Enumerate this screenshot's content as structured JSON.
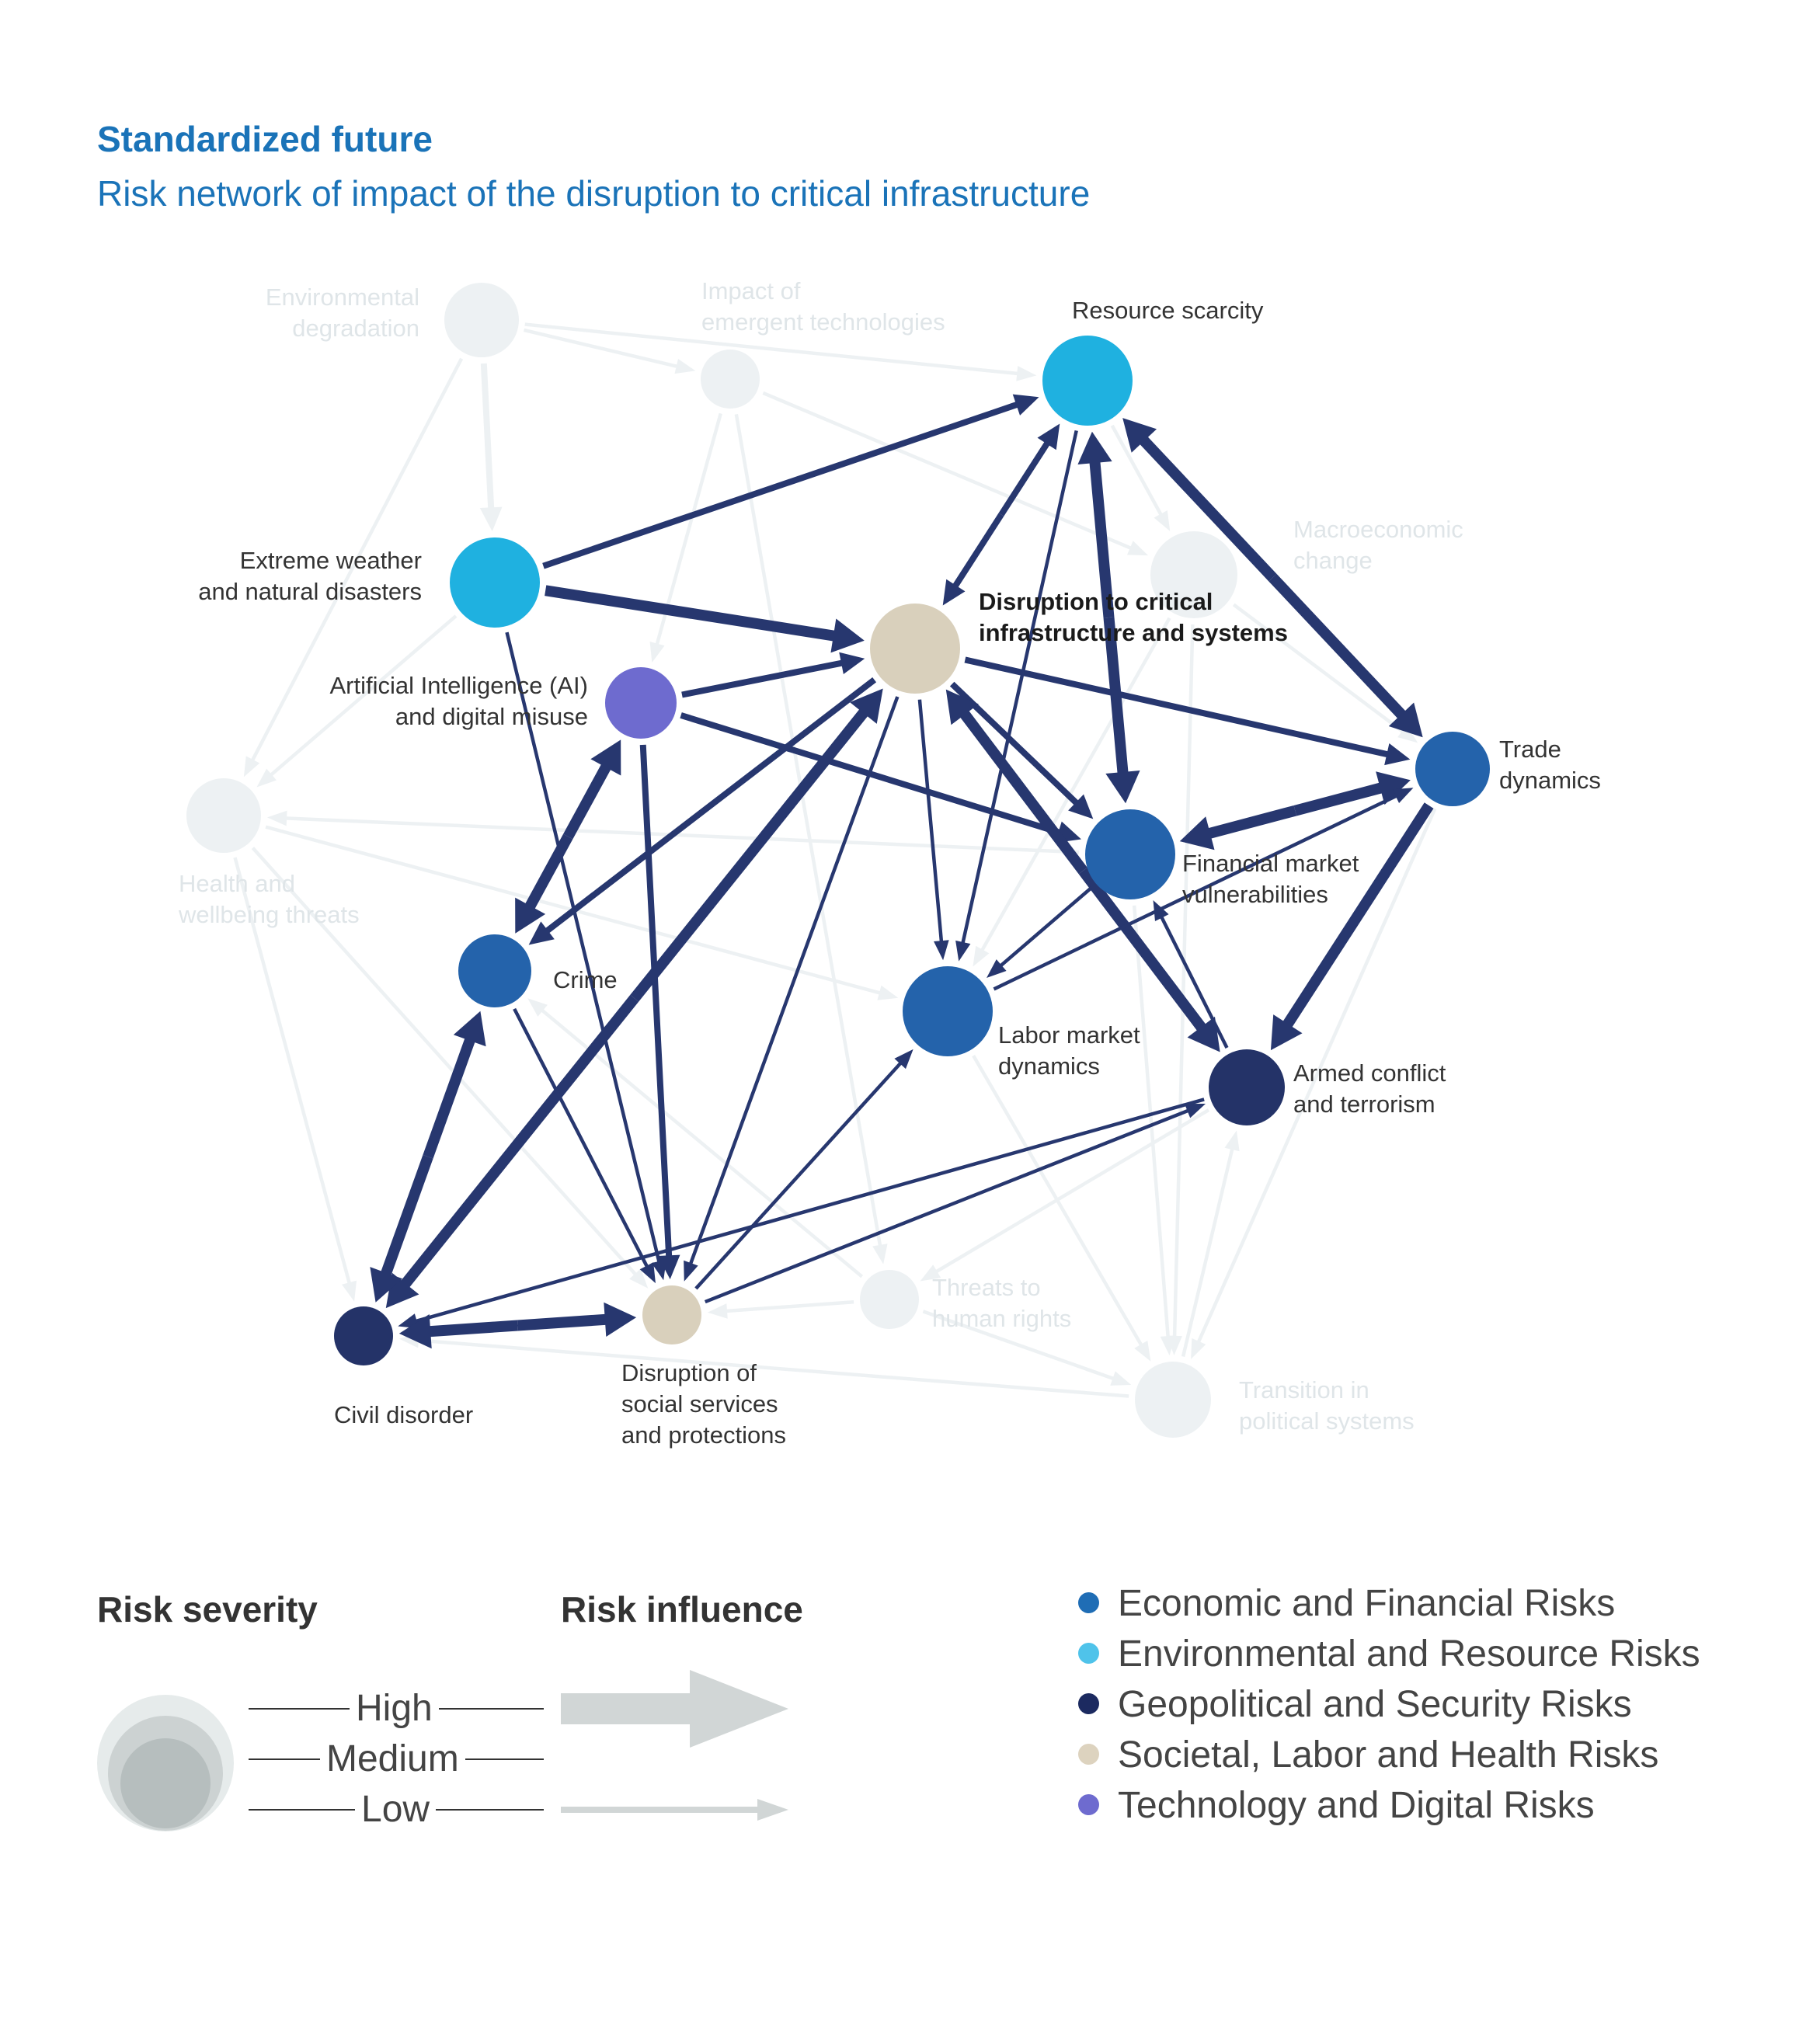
{
  "title": "Standardized future",
  "subtitle": "Risk network of impact of the disruption to critical infrastructure",
  "colors": {
    "economic": "#2463ab",
    "environmental": "#1fb1e0",
    "geopolitical": "#243368",
    "societal": "#d9d0bc",
    "technology": "#6e6bcf",
    "faded": "#edf1f3",
    "edge": "#27376f"
  },
  "nodes": [
    {
      "id": "env_degradation",
      "label_lines": [
        "Environmental",
        "degradation"
      ],
      "category": "faded",
      "active": false
    },
    {
      "id": "emergent_tech",
      "label_lines": [
        "Impact of",
        "emergent technologies"
      ],
      "category": "faded",
      "active": false
    },
    {
      "id": "resource_scarcity",
      "label_lines": [
        "Resource scarcity"
      ],
      "category": "environmental",
      "active": true
    },
    {
      "id": "macroeconomic",
      "label_lines": [
        "Macroeconomic",
        "change"
      ],
      "category": "faded",
      "active": false
    },
    {
      "id": "extreme_weather",
      "label_lines": [
        "Extreme weather",
        "and natural disasters"
      ],
      "category": "environmental",
      "active": true
    },
    {
      "id": "critical_infra",
      "label_lines": [
        "Disruption to critical",
        "infrastructure and systems"
      ],
      "category": "societal",
      "active": true,
      "focus": true
    },
    {
      "id": "ai_misuse",
      "label_lines": [
        "Artificial Intelligence (AI)",
        "and digital misuse"
      ],
      "category": "technology",
      "active": true
    },
    {
      "id": "trade",
      "label_lines": [
        "Trade",
        "dynamics"
      ],
      "category": "economic",
      "active": true
    },
    {
      "id": "health",
      "label_lines": [
        "Health and",
        "wellbeing threats"
      ],
      "category": "faded",
      "active": false
    },
    {
      "id": "financial",
      "label_lines": [
        "Financial market",
        "vulnerabilities"
      ],
      "category": "economic",
      "active": true
    },
    {
      "id": "crime",
      "label_lines": [
        "Crime"
      ],
      "category": "economic",
      "active": true
    },
    {
      "id": "labor",
      "label_lines": [
        "Labor market",
        "dynamics"
      ],
      "category": "economic",
      "active": true
    },
    {
      "id": "armed_conflict",
      "label_lines": [
        "Armed conflict",
        "and terrorism"
      ],
      "category": "geopolitical",
      "active": true
    },
    {
      "id": "human_rights",
      "label_lines": [
        "Threats to",
        "human rights"
      ],
      "category": "faded",
      "active": false
    },
    {
      "id": "civil_disorder",
      "label_lines": [
        "Civil disorder"
      ],
      "category": "geopolitical",
      "active": true
    },
    {
      "id": "social_services",
      "label_lines": [
        "Disruption of",
        "social services",
        "and protections"
      ],
      "category": "societal",
      "active": true
    },
    {
      "id": "political_transition",
      "label_lines": [
        "Transition in",
        "political systems"
      ],
      "category": "faded",
      "active": false
    }
  ],
  "faded_edges": [
    {
      "from": "env_degradation",
      "to": "emergent_tech"
    },
    {
      "from": "env_degradation",
      "to": "resource_scarcity"
    },
    {
      "from": "env_degradation",
      "to": "health"
    },
    {
      "from": "emergent_tech",
      "to": "macroeconomic"
    },
    {
      "from": "emergent_tech",
      "to": "human_rights"
    },
    {
      "from": "emergent_tech",
      "to": "ai_misuse"
    },
    {
      "from": "resource_scarcity",
      "to": "macroeconomic"
    },
    {
      "from": "macroeconomic",
      "to": "political_transition"
    },
    {
      "from": "macroeconomic",
      "to": "labor"
    },
    {
      "from": "macroeconomic",
      "to": "trade"
    },
    {
      "from": "health",
      "to": "civil_disorder"
    },
    {
      "from": "health",
      "to": "social_services"
    },
    {
      "from": "health",
      "to": "labor"
    },
    {
      "from": "financial",
      "to": "health"
    },
    {
      "from": "human_rights",
      "to": "political_transition"
    },
    {
      "from": "human_rights",
      "to": "social_services"
    },
    {
      "from": "political_transition",
      "to": "civil_disorder"
    },
    {
      "from": "political_transition",
      "to": "armed_conflict"
    },
    {
      "from": "trade",
      "to": "political_transition"
    },
    {
      "from": "extreme_weather",
      "to": "health"
    },
    {
      "from": "armed_conflict",
      "to": "human_rights"
    },
    {
      "from": "financial",
      "to": "political_transition"
    },
    {
      "from": "labor",
      "to": "political_transition"
    },
    {
      "from": "human_rights",
      "to": "crime"
    },
    {
      "from": "env_degradation",
      "to": "extreme_weather",
      "weight": "medium"
    }
  ],
  "edges": [
    {
      "from": "extreme_weather",
      "to": "resource_scarcity",
      "weight": "medium"
    },
    {
      "from": "extreme_weather",
      "to": "critical_infra",
      "weight": "high"
    },
    {
      "from": "extreme_weather",
      "to": "social_services",
      "weight": "low"
    },
    {
      "from": "ai_misuse",
      "to": "critical_infra",
      "weight": "medium"
    },
    {
      "from": "ai_misuse",
      "to": "financial",
      "weight": "medium"
    },
    {
      "from": "ai_misuse",
      "to": "social_services",
      "weight": "medium"
    },
    {
      "from": "ai_misuse",
      "to": "crime",
      "weight": "high",
      "bidirectional": true
    },
    {
      "from": "critical_infra",
      "to": "resource_scarcity",
      "weight": "medium",
      "bidirectional": true
    },
    {
      "from": "critical_infra",
      "to": "trade",
      "weight": "medium"
    },
    {
      "from": "critical_infra",
      "to": "financial",
      "weight": "medium"
    },
    {
      "from": "critical_infra",
      "to": "labor",
      "weight": "low"
    },
    {
      "from": "critical_infra",
      "to": "armed_conflict",
      "weight": "high",
      "bidirectional": true
    },
    {
      "from": "critical_infra",
      "to": "crime",
      "weight": "medium"
    },
    {
      "from": "critical_infra",
      "to": "civil_disorder",
      "weight": "high",
      "bidirectional": true
    },
    {
      "from": "critical_infra",
      "to": "social_services",
      "weight": "low"
    },
    {
      "from": "resource_scarcity",
      "to": "financial",
      "weight": "high",
      "bidirectional": true
    },
    {
      "from": "resource_scarcity",
      "to": "trade",
      "weight": "high",
      "bidirectional": true
    },
    {
      "from": "resource_scarcity",
      "to": "labor",
      "weight": "low"
    },
    {
      "from": "trade",
      "to": "financial",
      "weight": "high",
      "bidirectional": true
    },
    {
      "from": "trade",
      "to": "armed_conflict",
      "weight": "high"
    },
    {
      "from": "labor",
      "to": "trade",
      "weight": "low"
    },
    {
      "from": "financial",
      "to": "labor",
      "weight": "low"
    },
    {
      "from": "armed_conflict",
      "to": "financial",
      "weight": "low"
    },
    {
      "from": "crime",
      "to": "civil_disorder",
      "weight": "high",
      "bidirectional": true
    },
    {
      "from": "crime",
      "to": "social_services",
      "weight": "low"
    },
    {
      "from": "armed_conflict",
      "to": "civil_disorder",
      "weight": "low"
    },
    {
      "from": "social_services",
      "to": "armed_conflict",
      "weight": "low"
    },
    {
      "from": "social_services",
      "to": "labor",
      "weight": "low"
    },
    {
      "from": "civil_disorder",
      "to": "social_services",
      "weight": "high",
      "bidirectional": true
    }
  ],
  "legend": {
    "severity_title": "Risk severity",
    "influence_title": "Risk influence",
    "high": "High",
    "medium": "Medium",
    "low": "Low",
    "categories": [
      {
        "label": "Economic and Financial Risks",
        "color": "#1f6db5"
      },
      {
        "label": "Environmental and Resource Risks",
        "color": "#4fc3ea"
      },
      {
        "label": "Geopolitical and Security Risks",
        "color": "#1c2a60"
      },
      {
        "label": "Societal, Labor and Health Risks",
        "color": "#ddd3bf"
      },
      {
        "label": "Technology and Digital Risks",
        "color": "#6e6bcf"
      }
    ]
  }
}
